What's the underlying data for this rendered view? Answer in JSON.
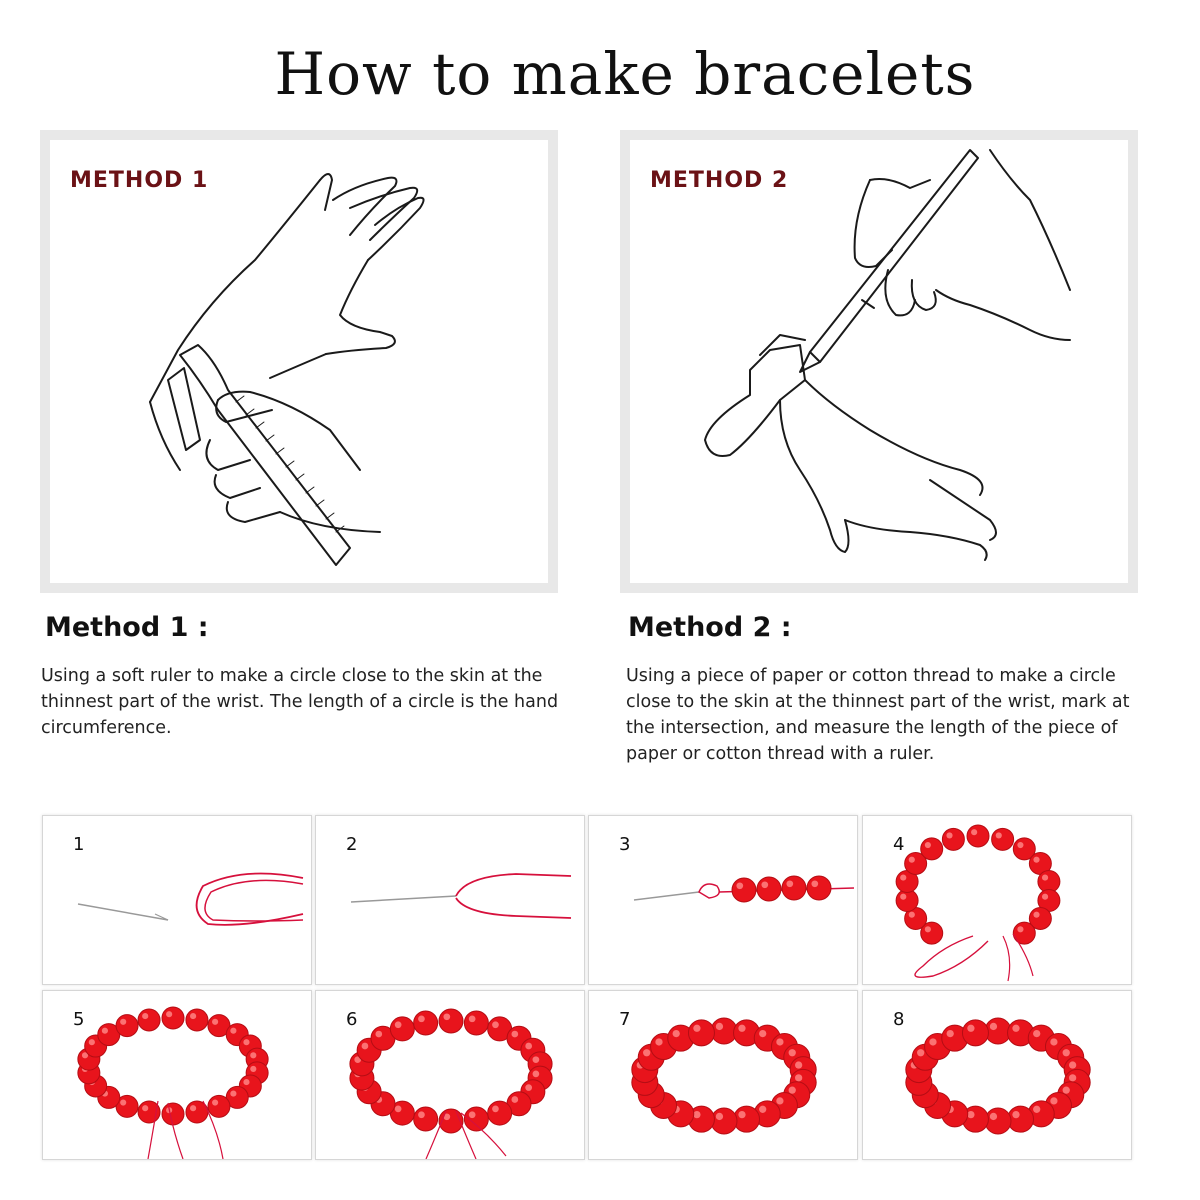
{
  "page": {
    "title": "How to make bracelets"
  },
  "methods": [
    {
      "tag": "METHOD 1",
      "heading": "Method 1 :",
      "description": "Using a soft ruler to make a circle close to the skin at the thinnest part of the wrist. The length of a circle is the hand circumference."
    },
    {
      "tag": "METHOD 2",
      "heading": "Method 2 :",
      "description": "Using a piece of paper or cotton thread to make a circle close to the skin at the thinnest part of the wrist, mark at the intersection, and measure the length of the piece of paper or cotton thread with a ruler."
    }
  ],
  "steps": [
    {
      "number": "1"
    },
    {
      "number": "2"
    },
    {
      "number": "3"
    },
    {
      "number": "4"
    },
    {
      "number": "5"
    },
    {
      "number": "6"
    },
    {
      "number": "7"
    },
    {
      "number": "8"
    }
  ],
  "colors": {
    "method_tag": "#6b1216",
    "bead": "#e8141c",
    "thread": "#d6103c",
    "frame": "#e8e8e8"
  }
}
